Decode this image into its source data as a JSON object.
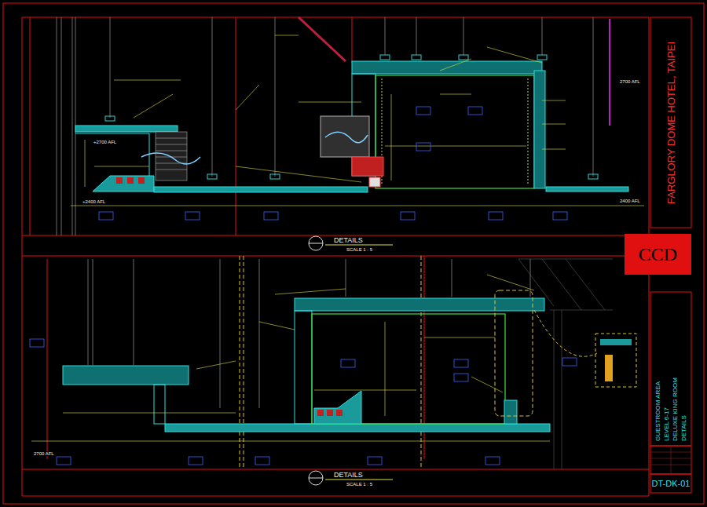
{
  "diagram": {
    "nodes": [
      {
        "text": [
          "FARGLORY DOME HOTEL, TAIPEI"
        ]
      },
      {
        "text": [
          "CCD"
        ]
      },
      {
        "text": [
          "GUESTROOM AREA",
          "LEVEL 6-17",
          "DELUXE KING ROOM",
          "DETAILS"
        ]
      },
      {
        "text": [
          "DT-DK-01"
        ]
      }
    ],
    "labels": [
      "DETAILS",
      "SCALE 1 : 5",
      "DETAILS",
      "SCALE 1 : 5",
      "+2700 AFL",
      "+2400 AFL",
      "2700 AFL",
      "2400 AFL",
      "2700 AFL"
    ]
  }
}
